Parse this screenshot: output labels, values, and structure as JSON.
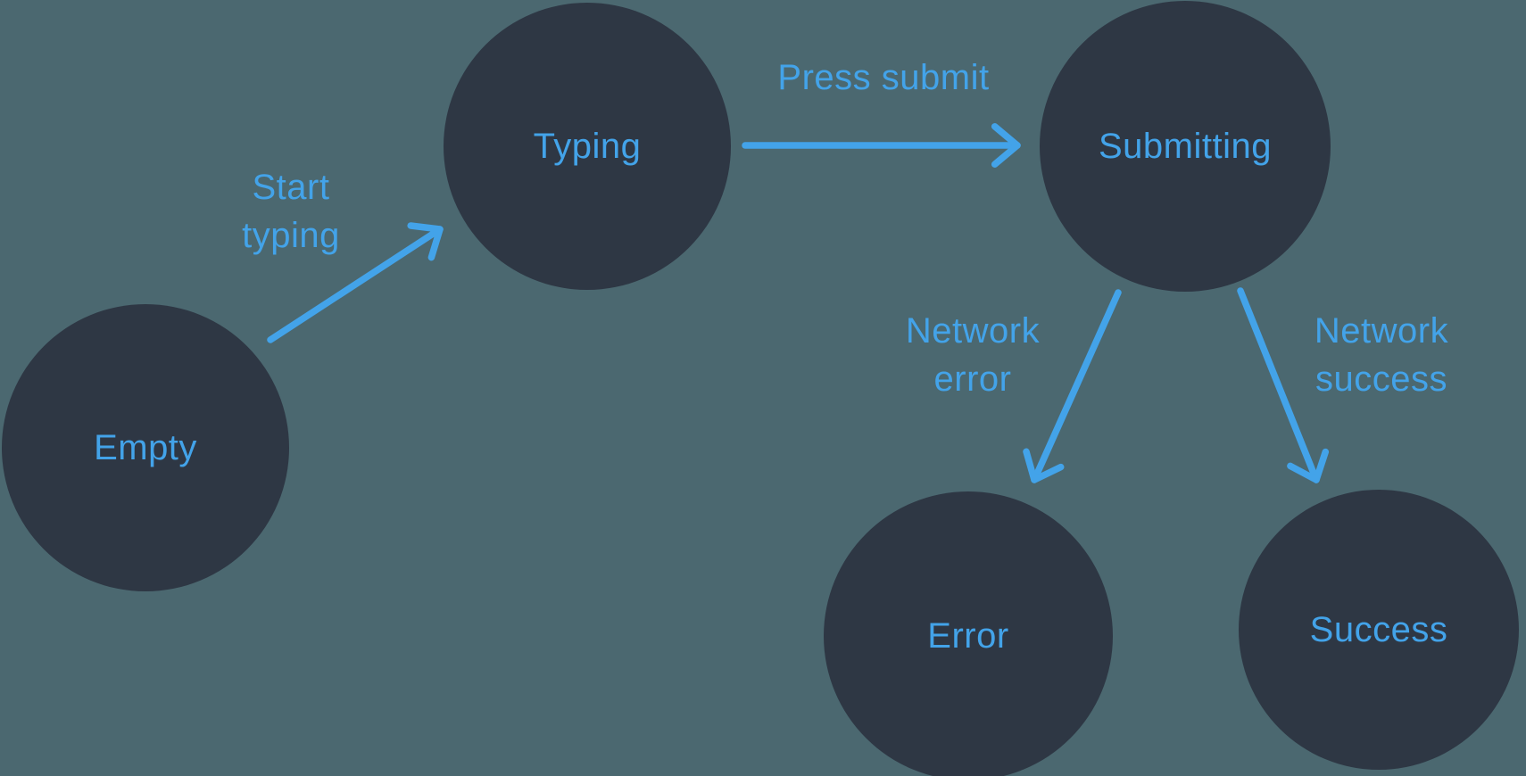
{
  "diagram": {
    "type": "state-machine",
    "states": [
      {
        "id": "empty",
        "label": "Empty"
      },
      {
        "id": "typing",
        "label": "Typing"
      },
      {
        "id": "submitting",
        "label": "Submitting"
      },
      {
        "id": "error",
        "label": "Error"
      },
      {
        "id": "success",
        "label": "Success"
      }
    ],
    "transitions": [
      {
        "from": "empty",
        "to": "typing",
        "label": "Start typing",
        "label_lines": [
          "Start",
          "typing"
        ]
      },
      {
        "from": "typing",
        "to": "submitting",
        "label": "Press submit",
        "label_lines": [
          "Press submit"
        ]
      },
      {
        "from": "submitting",
        "to": "error",
        "label": "Network error",
        "label_lines": [
          "Network",
          "error"
        ]
      },
      {
        "from": "submitting",
        "to": "success",
        "label": "Network success",
        "label_lines": [
          "Network",
          "success"
        ]
      }
    ],
    "colors": {
      "background": "#4B6870",
      "state_fill": "#2E3744",
      "accent": "#43A3E9"
    }
  }
}
